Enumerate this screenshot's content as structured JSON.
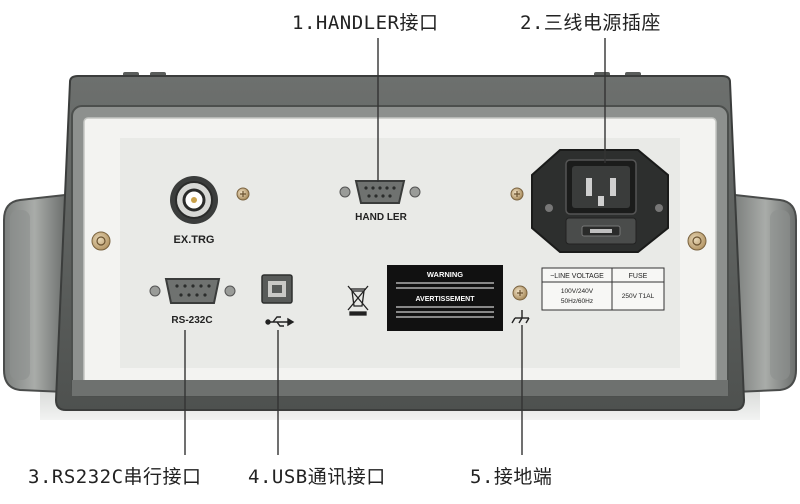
{
  "callouts": {
    "handler": "1.HANDLER接口",
    "power": "2.三线电源插座",
    "rs232": "3.RS232C串行接口",
    "usb": "4.USB通讯接口",
    "ground": "5.接地端"
  },
  "panel_labels": {
    "ex_trg": "EX.TRG",
    "handler": "HAND LER",
    "rs232": "RS-232C"
  },
  "warning_label": {
    "line1": "WARNING",
    "line2": "AVERTISSEMENT"
  },
  "fuse_table": {
    "header_left": "~LINE VOLTAGE",
    "header_right": "FUSE",
    "cell_left_1": "100V/240V",
    "cell_left_2": "50Hz/60Hz",
    "cell_right": "250V T1AL"
  }
}
